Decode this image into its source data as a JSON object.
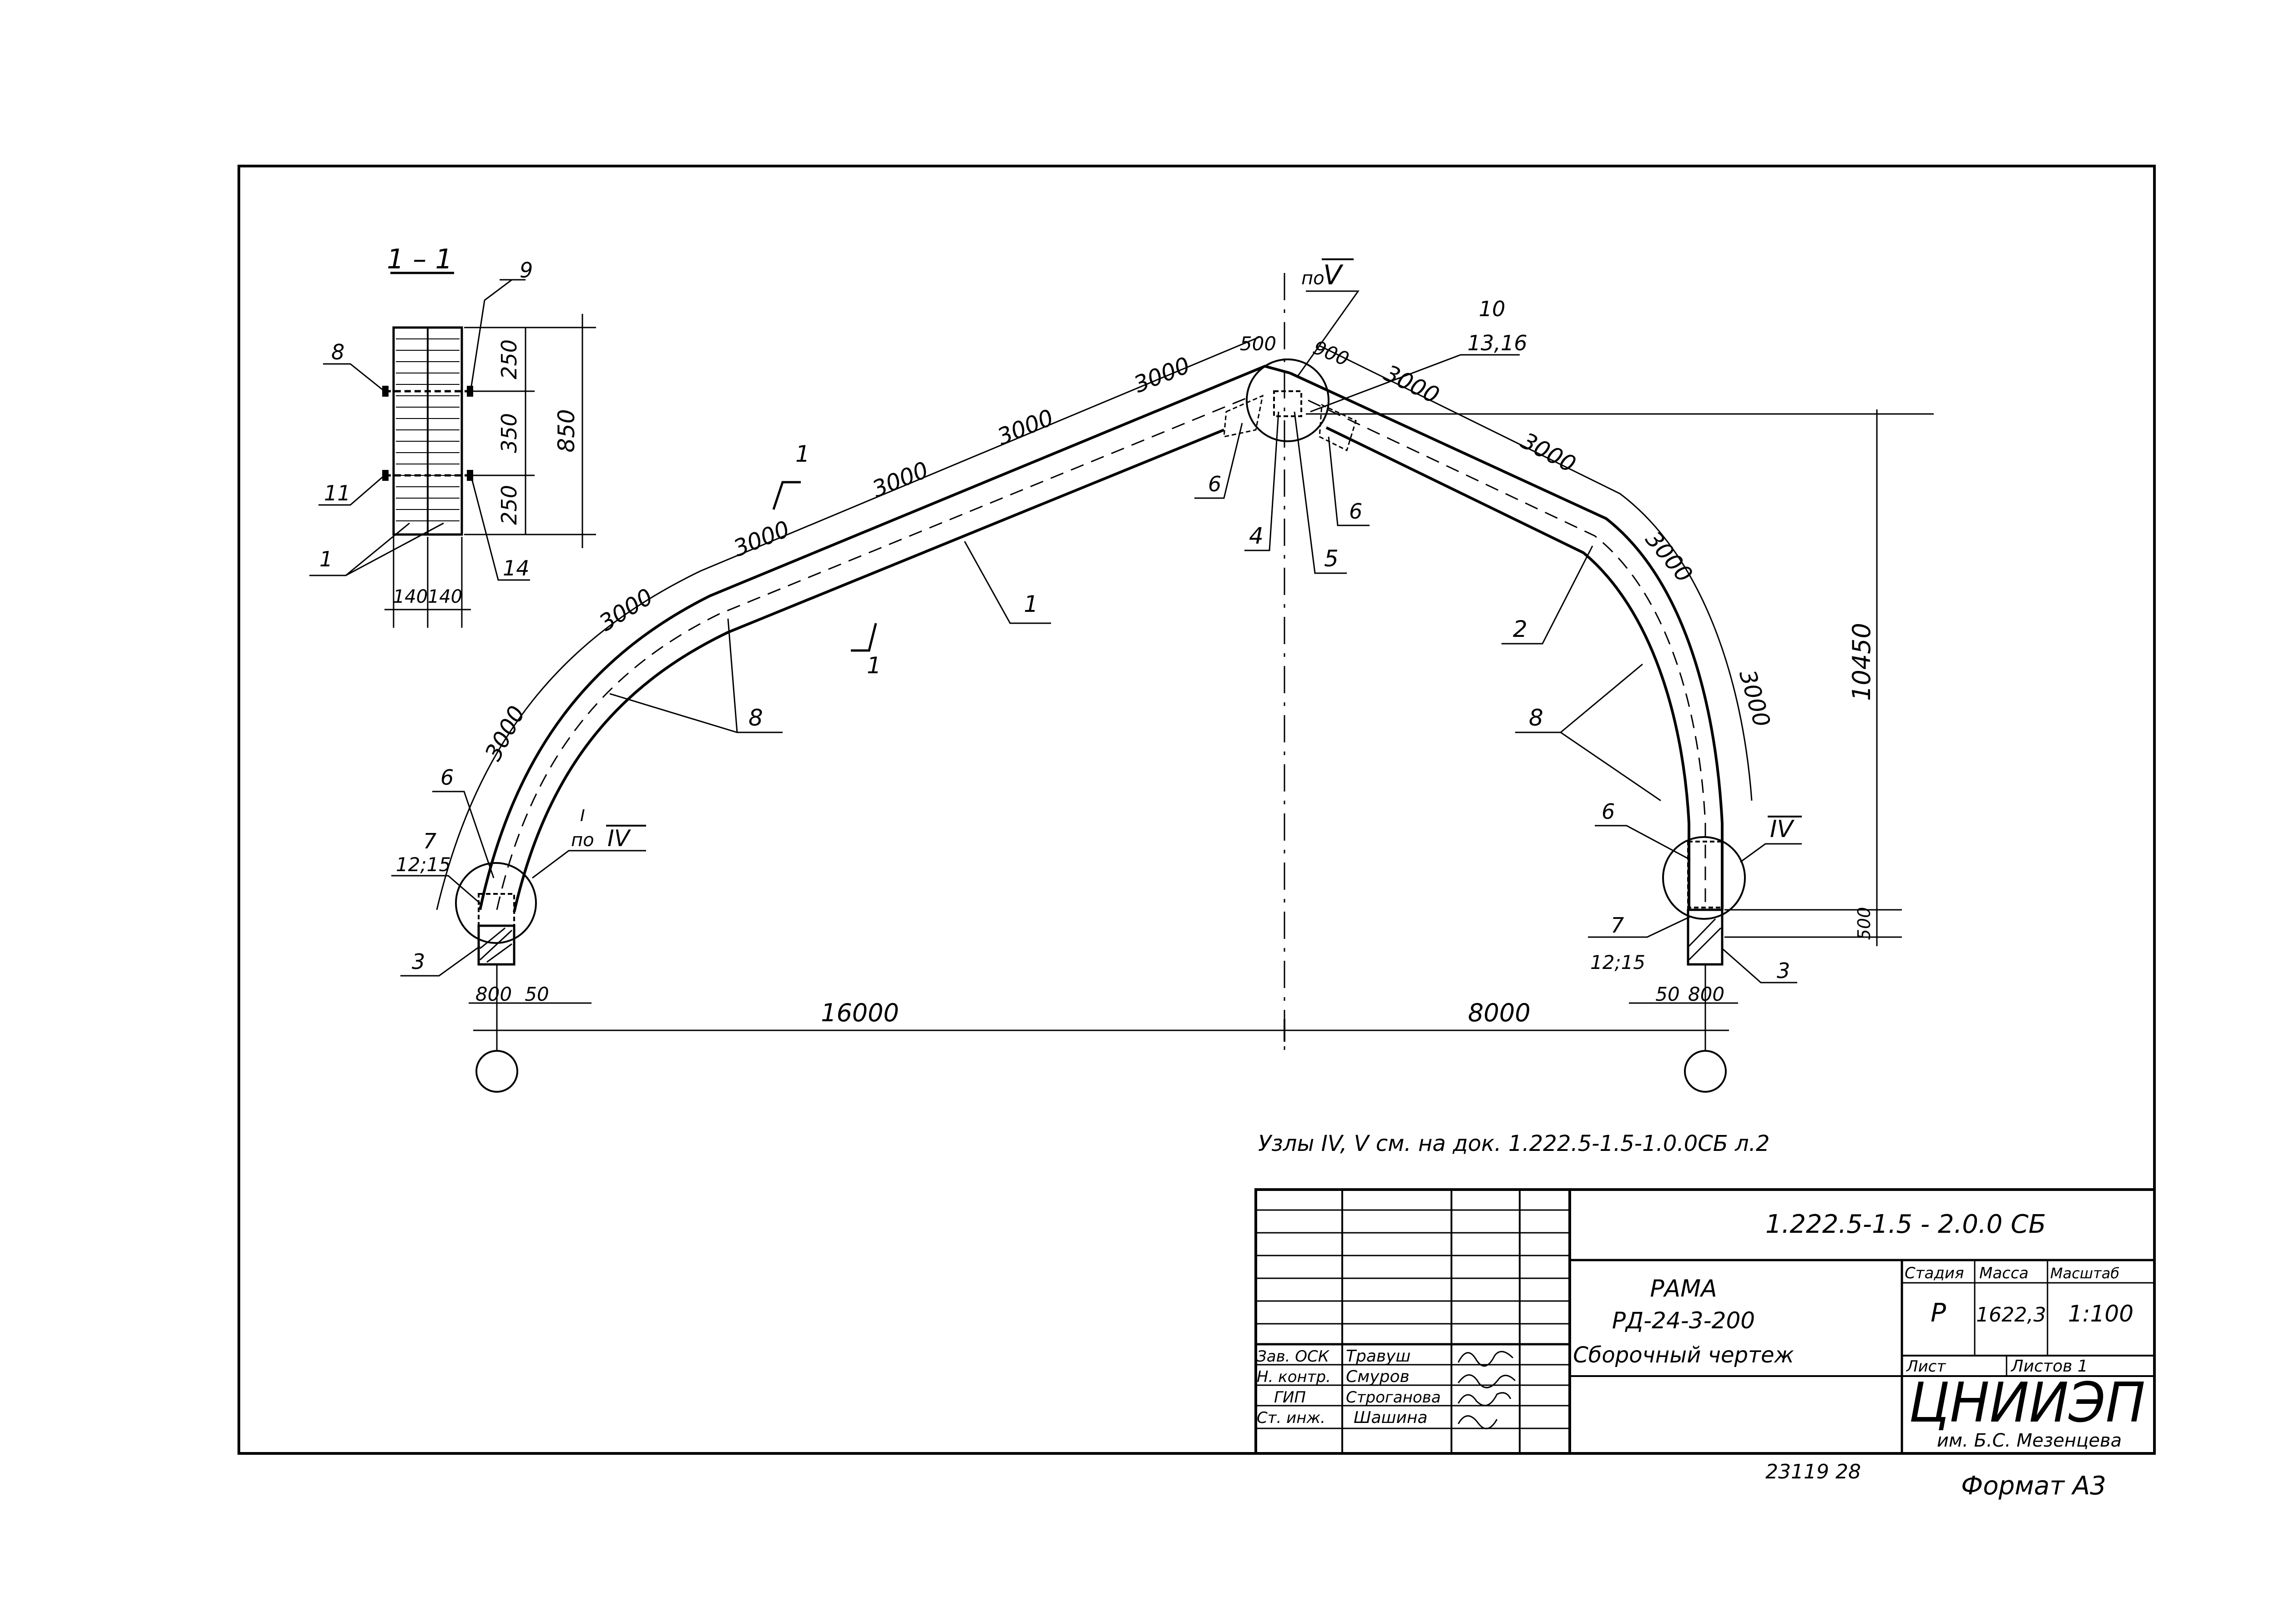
{
  "section": {
    "title": "1 – 1",
    "dims_vertical": [
      "250",
      "350",
      "250"
    ],
    "dim_total": "850",
    "dims_horizontal": [
      "140",
      "140"
    ],
    "labels": [
      "9",
      "8",
      "11",
      "1",
      "14"
    ]
  },
  "frame": {
    "dims_left": [
      "3000",
      "3000",
      "3000",
      "3000",
      "3000",
      "3000"
    ],
    "dims_right": [
      "3000",
      "3000",
      "3000",
      "3000"
    ],
    "apex_dims": [
      "500",
      "900"
    ],
    "span_left": "16000",
    "span_right": "8000",
    "height": "10450",
    "base_dim": "500",
    "foot_dims_left": [
      "800",
      "50"
    ],
    "foot_dims_right": [
      "50",
      "800"
    ],
    "section_marker": "1",
    "node_left": {
      "po": "по",
      "roman": "IV",
      "superscript": "I"
    },
    "node_right": {
      "roman": "IV"
    },
    "node_apex": {
      "po": "по",
      "roman": "V"
    },
    "callouts": {
      "c10": "10",
      "c13_16": "13,16",
      "c6a": "6",
      "c6b": "6",
      "c6c": "6",
      "c6d": "6",
      "c4": "4",
      "c5": "5",
      "c1": "1",
      "c2": "2",
      "c8a": "8",
      "c8b": "8",
      "c7a": "7",
      "c12_15a": "12;15",
      "c3a": "3",
      "c7b": "7",
      "c12_15b": "12;15",
      "c3b": "3"
    }
  },
  "note": {
    "text": "Узлы IV, V см. на док. 1.222.5-1.5-1.0.0СБ л.2"
  },
  "title_block": {
    "code": "1.222.5-1.5 - 2.0.0   СБ",
    "name_lines": [
      "РАМА",
      "РД-24-3-200",
      "Сборочный чертеж"
    ],
    "headers": {
      "stage": "Стадия",
      "mass": "Масса",
      "scale": "Масштаб"
    },
    "values": {
      "stage": "Р",
      "mass": "1622,3",
      "scale": "1:100"
    },
    "sheet": "Лист",
    "sheets": "Листов 1",
    "org": "ЦНИИЭП",
    "org_sub": "им. Б.С. Мезенцева",
    "signatures": [
      {
        "role": "Зав. ОСК",
        "name": "Травуш"
      },
      {
        "role": "Н. контр.",
        "name": "Смуров"
      },
      {
        "role": "ГИП",
        "name": "Строганова"
      },
      {
        "role": "Ст. инж.",
        "name": "Шашина"
      }
    ]
  },
  "footer": {
    "archive": "23119   28",
    "format": "Формат А3"
  }
}
